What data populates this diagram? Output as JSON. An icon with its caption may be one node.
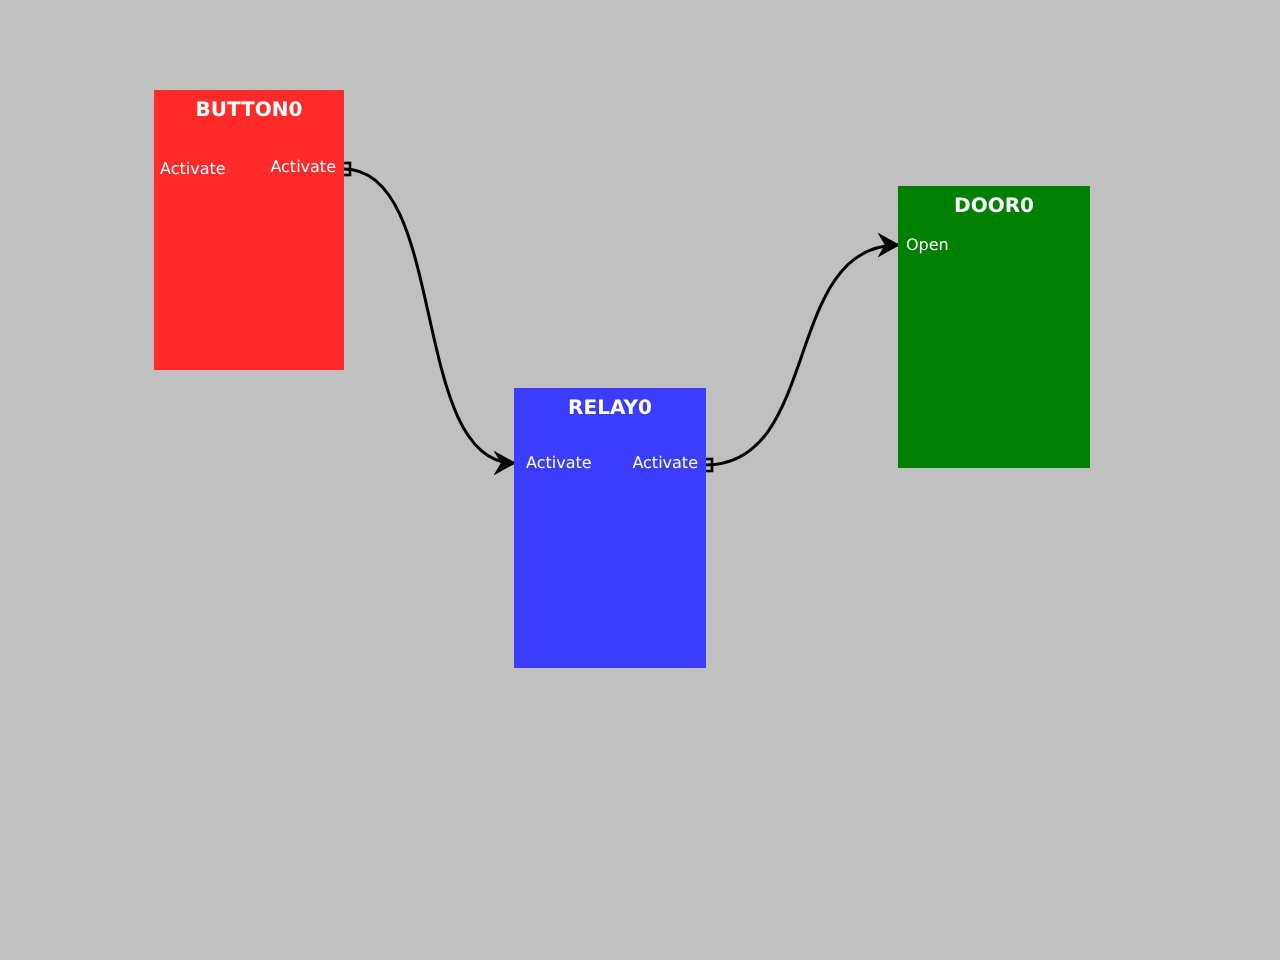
{
  "diagram": {
    "nodes": [
      {
        "text": [
          "BUTTON0"
        ]
      },
      {
        "text": [
          "Activate"
        ],
        "in": 0
      },
      {
        "text": [
          "Activate"
        ],
        "in": 0
      },
      {
        "text": [
          "RELAY0"
        ]
      },
      {
        "text": [
          "Activate"
        ],
        "in": 3
      },
      {
        "text": [
          "Activate"
        ],
        "in": 3
      },
      {
        "text": [
          "DOOR0"
        ]
      },
      {
        "text": [
          "Open"
        ],
        "in": 6
      }
    ],
    "edges": [
      {
        "from": 2,
        "to": 4,
        "arrow": "to"
      },
      {
        "from": 5,
        "to": 7,
        "arrow": "to"
      }
    ]
  }
}
